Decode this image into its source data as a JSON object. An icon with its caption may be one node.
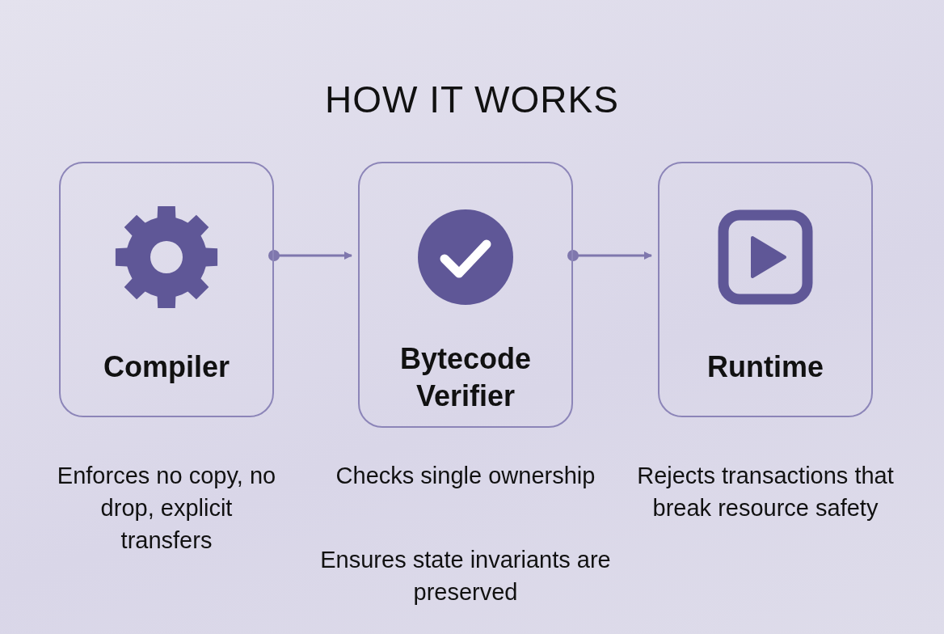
{
  "diagram": {
    "title": "HOW IT WORKS",
    "nodes": [
      {
        "text": [
          "Compiler"
        ],
        "beside": [
          "Enforces no copy, no drop, explicit transfers"
        ]
      },
      {
        "text": [
          "Bytecode Verifier"
        ],
        "beside": [
          "Checks single ownership",
          "Ensures state invariants are preserved"
        ]
      },
      {
        "text": [
          "Runtime"
        ],
        "beside": [
          "Rejects transactions that break resource safety"
        ]
      }
    ],
    "edges": [
      {
        "from": 0,
        "to": 1,
        "arrow": "to"
      },
      {
        "from": 1,
        "to": 2,
        "arrow": "to"
      }
    ]
  }
}
